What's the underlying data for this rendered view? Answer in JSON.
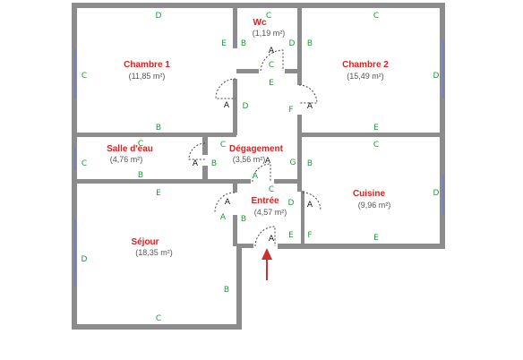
{
  "colors": {
    "wall": "#8c8c8c",
    "room_name": "#e02020",
    "area": "#555555",
    "wall_letter": "#1f9a3a",
    "door_letter": "#111111",
    "window": "#6b7fd8",
    "arrow": "#c83232"
  },
  "rooms": [
    {
      "name": "Chambre 1",
      "area": "(11,85 m²)"
    },
    {
      "name": "Wc",
      "area": "(1,19 m²)"
    },
    {
      "name": "Chambre 2",
      "area": "(15,49 m²)"
    },
    {
      "name": "Salle d'eau",
      "area": "(4,76 m²)"
    },
    {
      "name": "Dégagement",
      "area": "(3,56 m²)"
    },
    {
      "name": "Entrée",
      "area": "(4,57 m²)"
    },
    {
      "name": "Cuisine",
      "area": "(9,96 m²)"
    },
    {
      "name": "Séjour",
      "area": "(18,35 m²)"
    }
  ],
  "wall_labels": {
    "chambre1": [
      "D",
      "C",
      "E",
      "B"
    ],
    "wc": [
      "C",
      "B",
      "D"
    ],
    "chambre2": [
      "C",
      "B",
      "D",
      "E"
    ],
    "salle_deau": [
      "C",
      "C",
      "B"
    ],
    "degagement": [
      "C",
      "E",
      "D",
      "F",
      "G",
      "B",
      "A",
      "C"
    ],
    "entree": [
      "C",
      "D",
      "B",
      "E"
    ],
    "cuisine": [
      "C",
      "B",
      "D",
      "F",
      "E"
    ],
    "sejour": [
      "E",
      "A",
      "D",
      "B",
      "C"
    ]
  },
  "door_labels": [
    "A",
    "A",
    "A",
    "A",
    "A",
    "A",
    "A",
    "A"
  ],
  "entrance_arrow": "arrow-up-icon"
}
